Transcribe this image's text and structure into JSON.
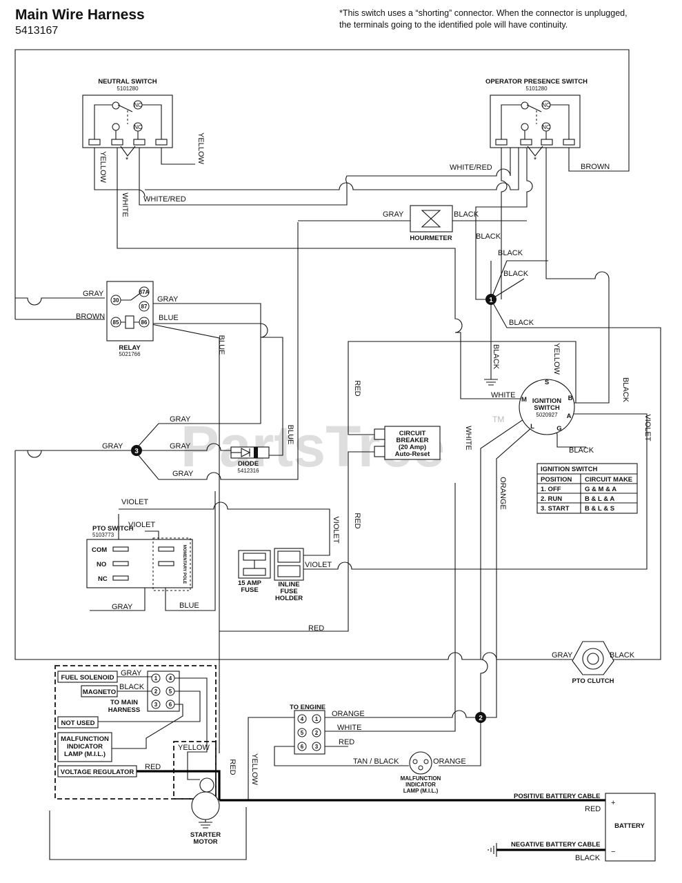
{
  "title": "Main Wire Harness",
  "part_number": "5413167",
  "note_line1": "*This switch uses a “shorting” connector. When the connector is unplugged,",
  "note_line2": "the terminals going to the identified pole will have continuity.",
  "watermark": "PartsTree",
  "watermark_tm": "TM",
  "components": {
    "neutral_switch": {
      "name": "NEUTRAL SWITCH",
      "part": "5101280"
    },
    "operator_switch": {
      "name": "OPERATOR PRESENCE SWITCH",
      "part": "5101280"
    },
    "relay": {
      "name": "RELAY",
      "part": "5021766",
      "pins": [
        "30",
        "87A",
        "87",
        "85",
        "86"
      ]
    },
    "hourmeter": {
      "name": "HOURMETER"
    },
    "diode": {
      "name": "DIODE",
      "part": "5412316"
    },
    "pto_switch": {
      "name": "PTO SWITCH",
      "part": "5103773",
      "terminals": [
        "COM",
        "NO",
        "NC"
      ],
      "pole": "MOMENTARY POLE"
    },
    "fuse": {
      "line1": "15 AMP",
      "line2": "FUSE"
    },
    "fuse_holder": {
      "line1": "INLINE",
      "line2": "FUSE",
      "line3": "HOLDER"
    },
    "circuit_breaker": {
      "line1": "CIRCUIT",
      "line2": "BREAKER",
      "line3": "(20 Amp)",
      "line4": "Auto-Reset"
    },
    "ignition_switch": {
      "line1": "IGNITION",
      "line2": "SWITCH",
      "part": "5020927",
      "terminals": {
        "s": "S",
        "m": "M",
        "b": "B",
        "a": "A",
        "l": "L",
        "g": "G"
      }
    },
    "pto_clutch": {
      "name": "PTO CLUTCH"
    },
    "to_engine": {
      "name": "TO ENGINE",
      "pins": [
        "4",
        "1",
        "5",
        "2",
        "6",
        "3"
      ]
    },
    "mil_lamp": {
      "line1": "MALFUNCTION",
      "line2": "INDICATOR",
      "line3": "LAMP (M.I.L.)"
    },
    "starter_motor": {
      "line1": "STARTER",
      "line2": "MOTOR"
    },
    "battery": {
      "name": "BATTERY",
      "plus": "+",
      "minus": "−"
    },
    "engine_harness": {
      "fuel_solenoid": "FUEL SOLENOID",
      "magneto": "MAGNETO",
      "to_main_line1": "TO MAIN",
      "to_main_line2": "HARNESS",
      "not_used": "NOT USED",
      "mil_line1": "MALFUNCTION",
      "mil_line2": "INDICATOR",
      "mil_line3": "LAMP (M.I.L.)",
      "voltage_regulator": "VOLTAGE REGULATOR",
      "pins": [
        "1",
        "4",
        "2",
        "5",
        "3",
        "6"
      ]
    }
  },
  "ignition_table": {
    "title": "IGNITION SWITCH",
    "headers": [
      "POSITION",
      "CIRCUIT MAKE"
    ],
    "rows": [
      [
        "1. OFF",
        "G & M & A"
      ],
      [
        "2. RUN",
        "B & L & A"
      ],
      [
        "3. START",
        "B & L & S"
      ]
    ]
  },
  "splices": [
    "1",
    "2",
    "3"
  ],
  "wire_labels": {
    "yellow": "YELLOW",
    "white": "WHITE",
    "white_red": "WHITE/RED",
    "brown": "BROWN",
    "gray": "GRAY",
    "black": "BLACK",
    "blue": "BLUE",
    "red": "RED",
    "violet": "VIOLET",
    "orange": "ORANGE",
    "tan_black": "TAN / BLACK",
    "star": "*",
    "positive_cable": "POSITIVE BATTERY CABLE",
    "negative_cable": "NEGATIVE BATTERY CABLE"
  }
}
